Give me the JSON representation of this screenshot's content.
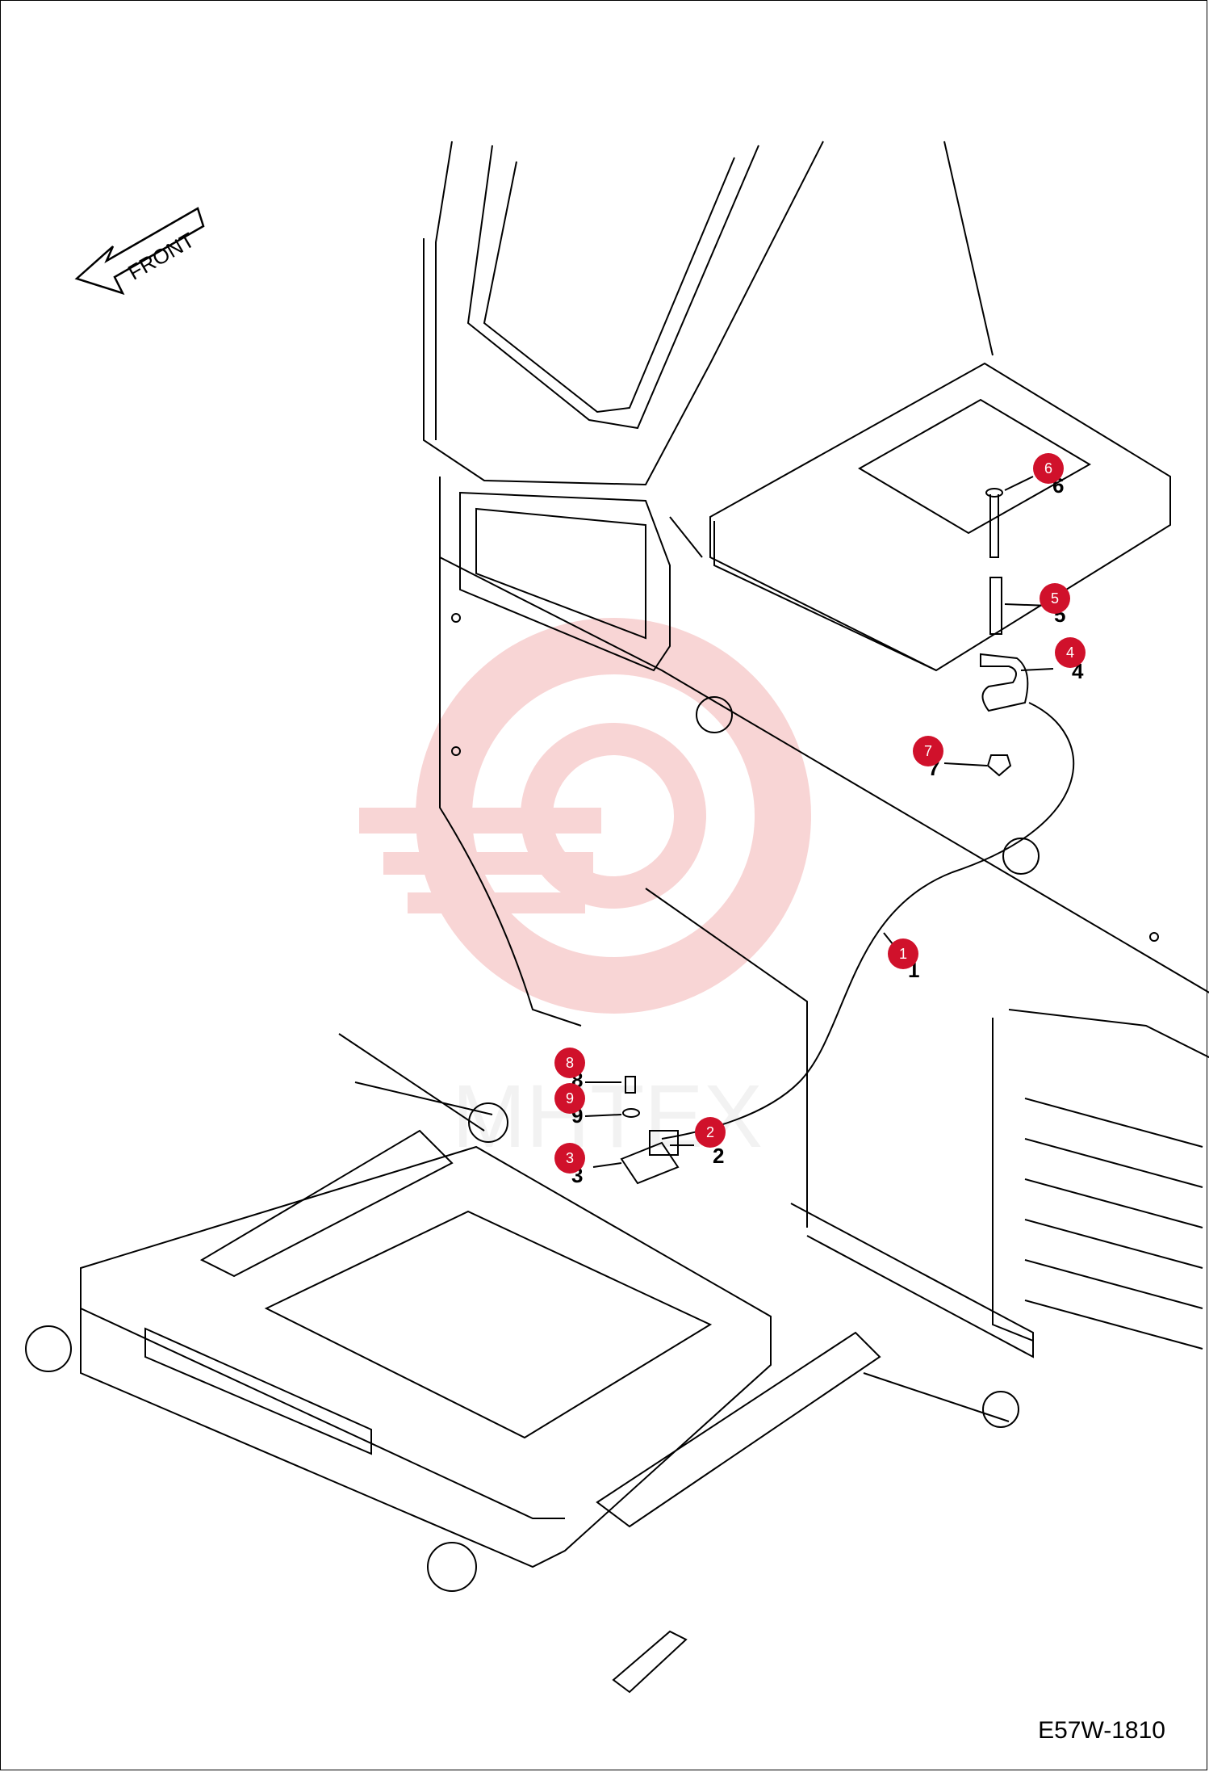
{
  "drawing": {
    "front_label": "FRONT",
    "doc_id": "E57W-1810",
    "watermark": "MHTEX",
    "callouts": [
      {
        "n": "1"
      },
      {
        "n": "2"
      },
      {
        "n": "3"
      },
      {
        "n": "4"
      },
      {
        "n": "5"
      },
      {
        "n": "6"
      },
      {
        "n": "7"
      },
      {
        "n": "8"
      },
      {
        "n": "9"
      }
    ]
  },
  "colors": {
    "callout": "#d0112b",
    "watermark": "#f3b3b3",
    "line": "#000000"
  }
}
